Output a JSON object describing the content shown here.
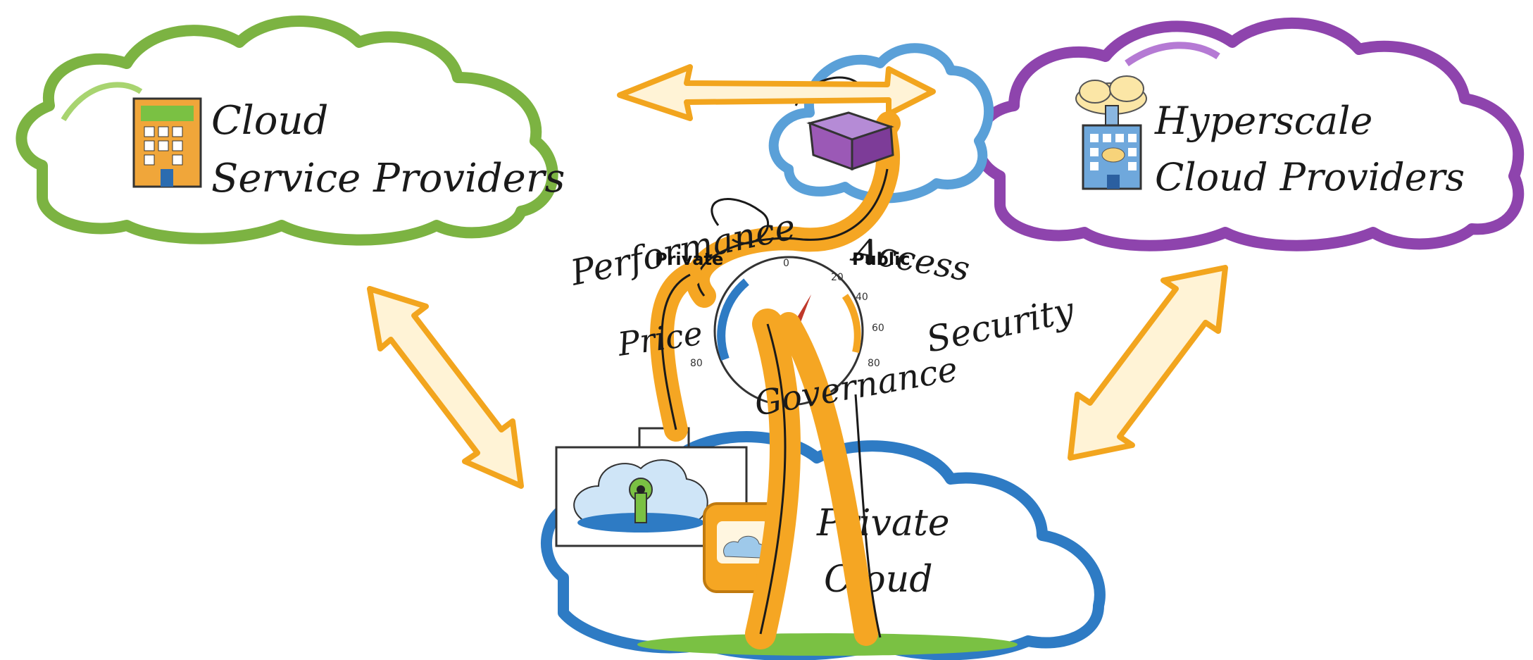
{
  "clouds": {
    "csp": {
      "line1": "Cloud",
      "line2": "Service Providers",
      "color": "#7cb342"
    },
    "hyperscale": {
      "line1": "Hyperscale",
      "line2": "Cloud Providers",
      "color": "#8e44ad"
    },
    "private": {
      "line1": "Private",
      "line2": "Cloud",
      "color": "#2e7bc4"
    },
    "public": {
      "color": "#5aa0d8"
    }
  },
  "labels": {
    "performance": "Performance",
    "private": "Private",
    "public": "Public",
    "access": "Access",
    "security": "Security",
    "price": "Price",
    "governance": "Governance"
  },
  "gauge": {
    "ticks": [
      "0",
      "20",
      "40",
      "60",
      "80",
      "80"
    ]
  },
  "colors": {
    "arrow": "#f2a51e",
    "figure": "#f5a623",
    "box": "#9b59b6",
    "grass": "#7ac143"
  }
}
